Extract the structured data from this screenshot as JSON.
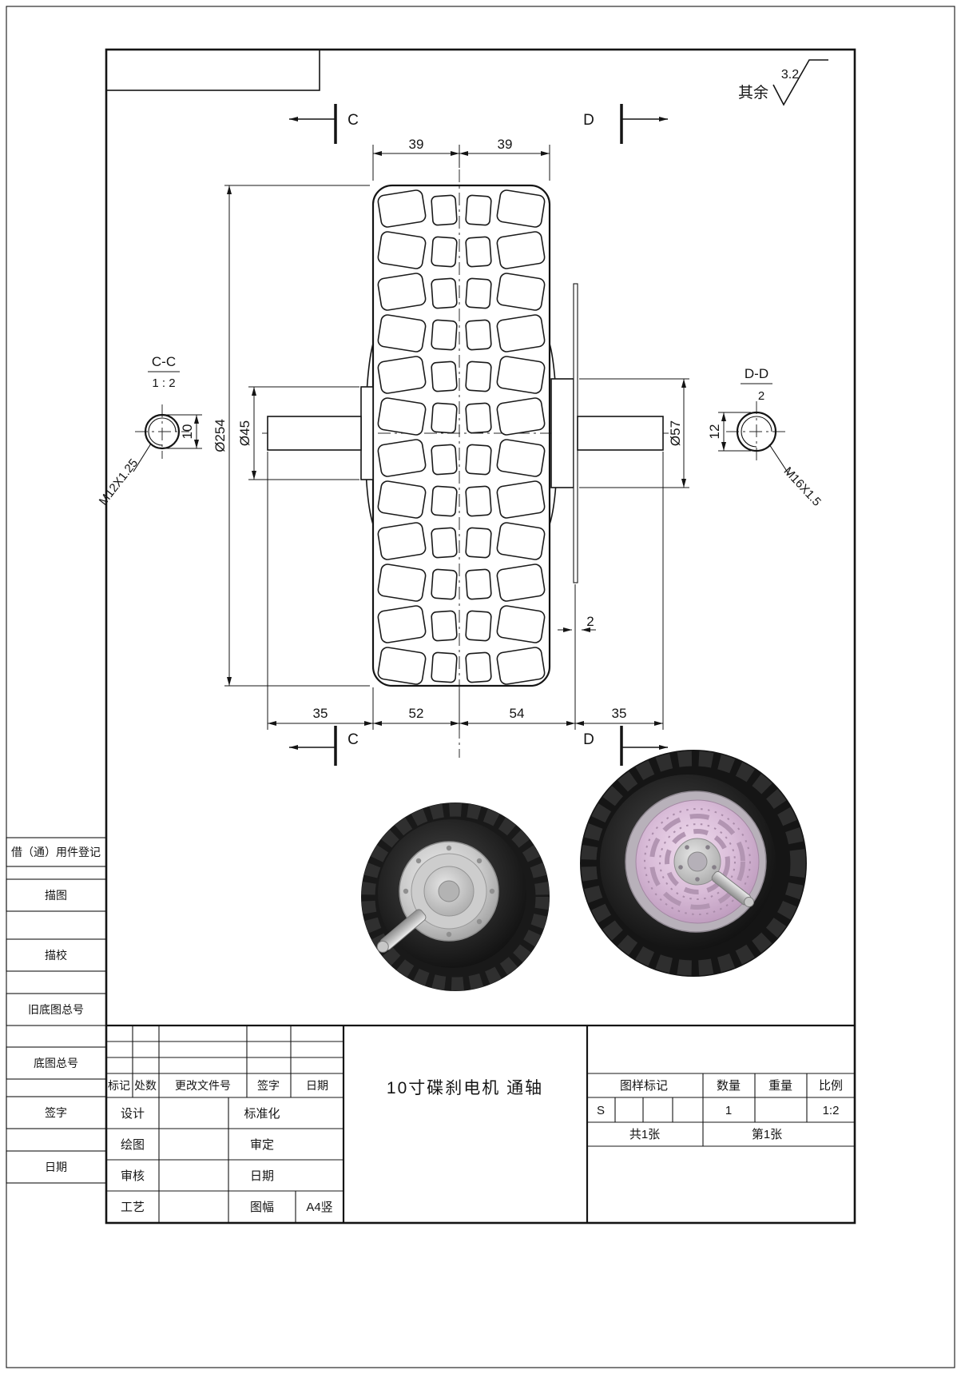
{
  "surface_note": {
    "label": "其余",
    "roughness": "3.2"
  },
  "annotations": {
    "section_c": "C",
    "section_d": "D",
    "cc_title": "C-C",
    "cc_scale": "1 : 2",
    "dd_title": "D-D",
    "dd_scale": "2",
    "thread_left": "M12X1.25",
    "thread_right": "M16X1.5"
  },
  "dimensions": {
    "top": [
      "39",
      "39"
    ],
    "outer_dia": "Ø254",
    "left_hub_dia": "Ø45",
    "right_hub_dia": "Ø57",
    "left_section_len": "10",
    "right_section_len": "12",
    "disc_thickness": "2",
    "bottom": [
      "35",
      "52",
      "54",
      "35"
    ]
  },
  "margin_panel": {
    "items": [
      "借（通）用件登记",
      "描图",
      "描校",
      "旧底图总号",
      "底图总号",
      "签字",
      "日期"
    ]
  },
  "title_block": {
    "drawing_title": "10寸碟刹电机 通轴",
    "revision_header": [
      "标记",
      "处数",
      "更改文件号",
      "签字",
      "日期"
    ],
    "roles": {
      "design": "设计",
      "draw": "绘图",
      "check": "审核",
      "process": "工艺"
    },
    "roles2": {
      "standard": "标准化",
      "approve": "审定",
      "date": "日期",
      "format": "图幅"
    },
    "format_value": "A4竖",
    "stamp_header": [
      "图样标记",
      "数量",
      "重量",
      "比例"
    ],
    "stamp_value": "S",
    "quantity": "1",
    "scale": "1:2",
    "sheet_total": "共1张",
    "sheet_number": "第1张"
  }
}
